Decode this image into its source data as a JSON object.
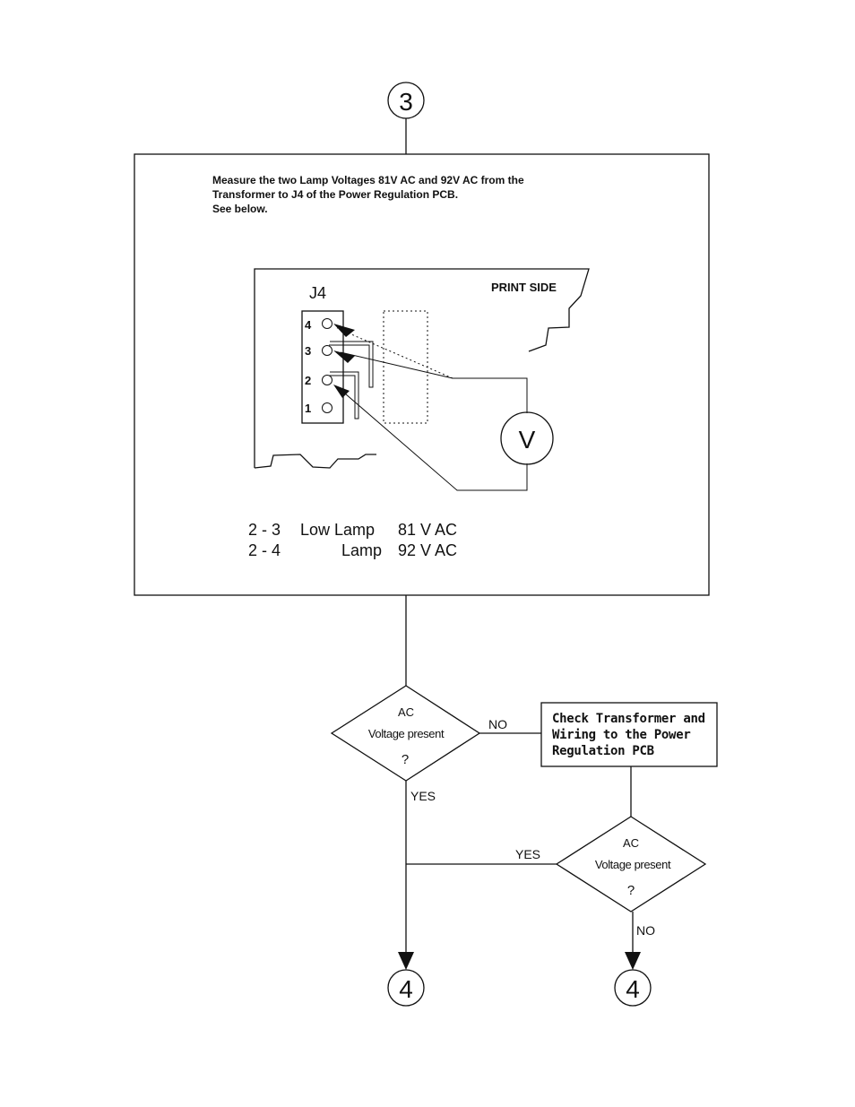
{
  "connectors": {
    "top": "3",
    "bottom_left": "4",
    "bottom_right": "4"
  },
  "measure_box": {
    "instructions": [
      "Measure the two Lamp Voltages  81V AC and 92V AC from the",
      "Transformer to J4 of the Power Regulation PCB.",
      "See below."
    ],
    "pcb": {
      "connector_label": "J4",
      "side_label": "PRINT SIDE",
      "pins": [
        "4",
        "3",
        "2",
        "1"
      ],
      "meter_symbol": "V"
    },
    "readings": [
      {
        "pins": "2 - 3",
        "name": "Low Lamp",
        "value": "81 V AC"
      },
      {
        "pins": "2 - 4",
        "name": "Lamp",
        "value": "92 V AC"
      }
    ]
  },
  "decision_1": {
    "line1": "AC",
    "line2": "Voltage present",
    "line3": "?",
    "no_label": "NO",
    "yes_label": "YES"
  },
  "action_box": {
    "lines": [
      "Check Transformer and",
      "Wiring to the Power",
      "Regulation PCB"
    ]
  },
  "decision_2": {
    "line1": "AC",
    "line2": "Voltage present",
    "line3": "?",
    "yes_label": "YES",
    "no_label": "NO"
  }
}
